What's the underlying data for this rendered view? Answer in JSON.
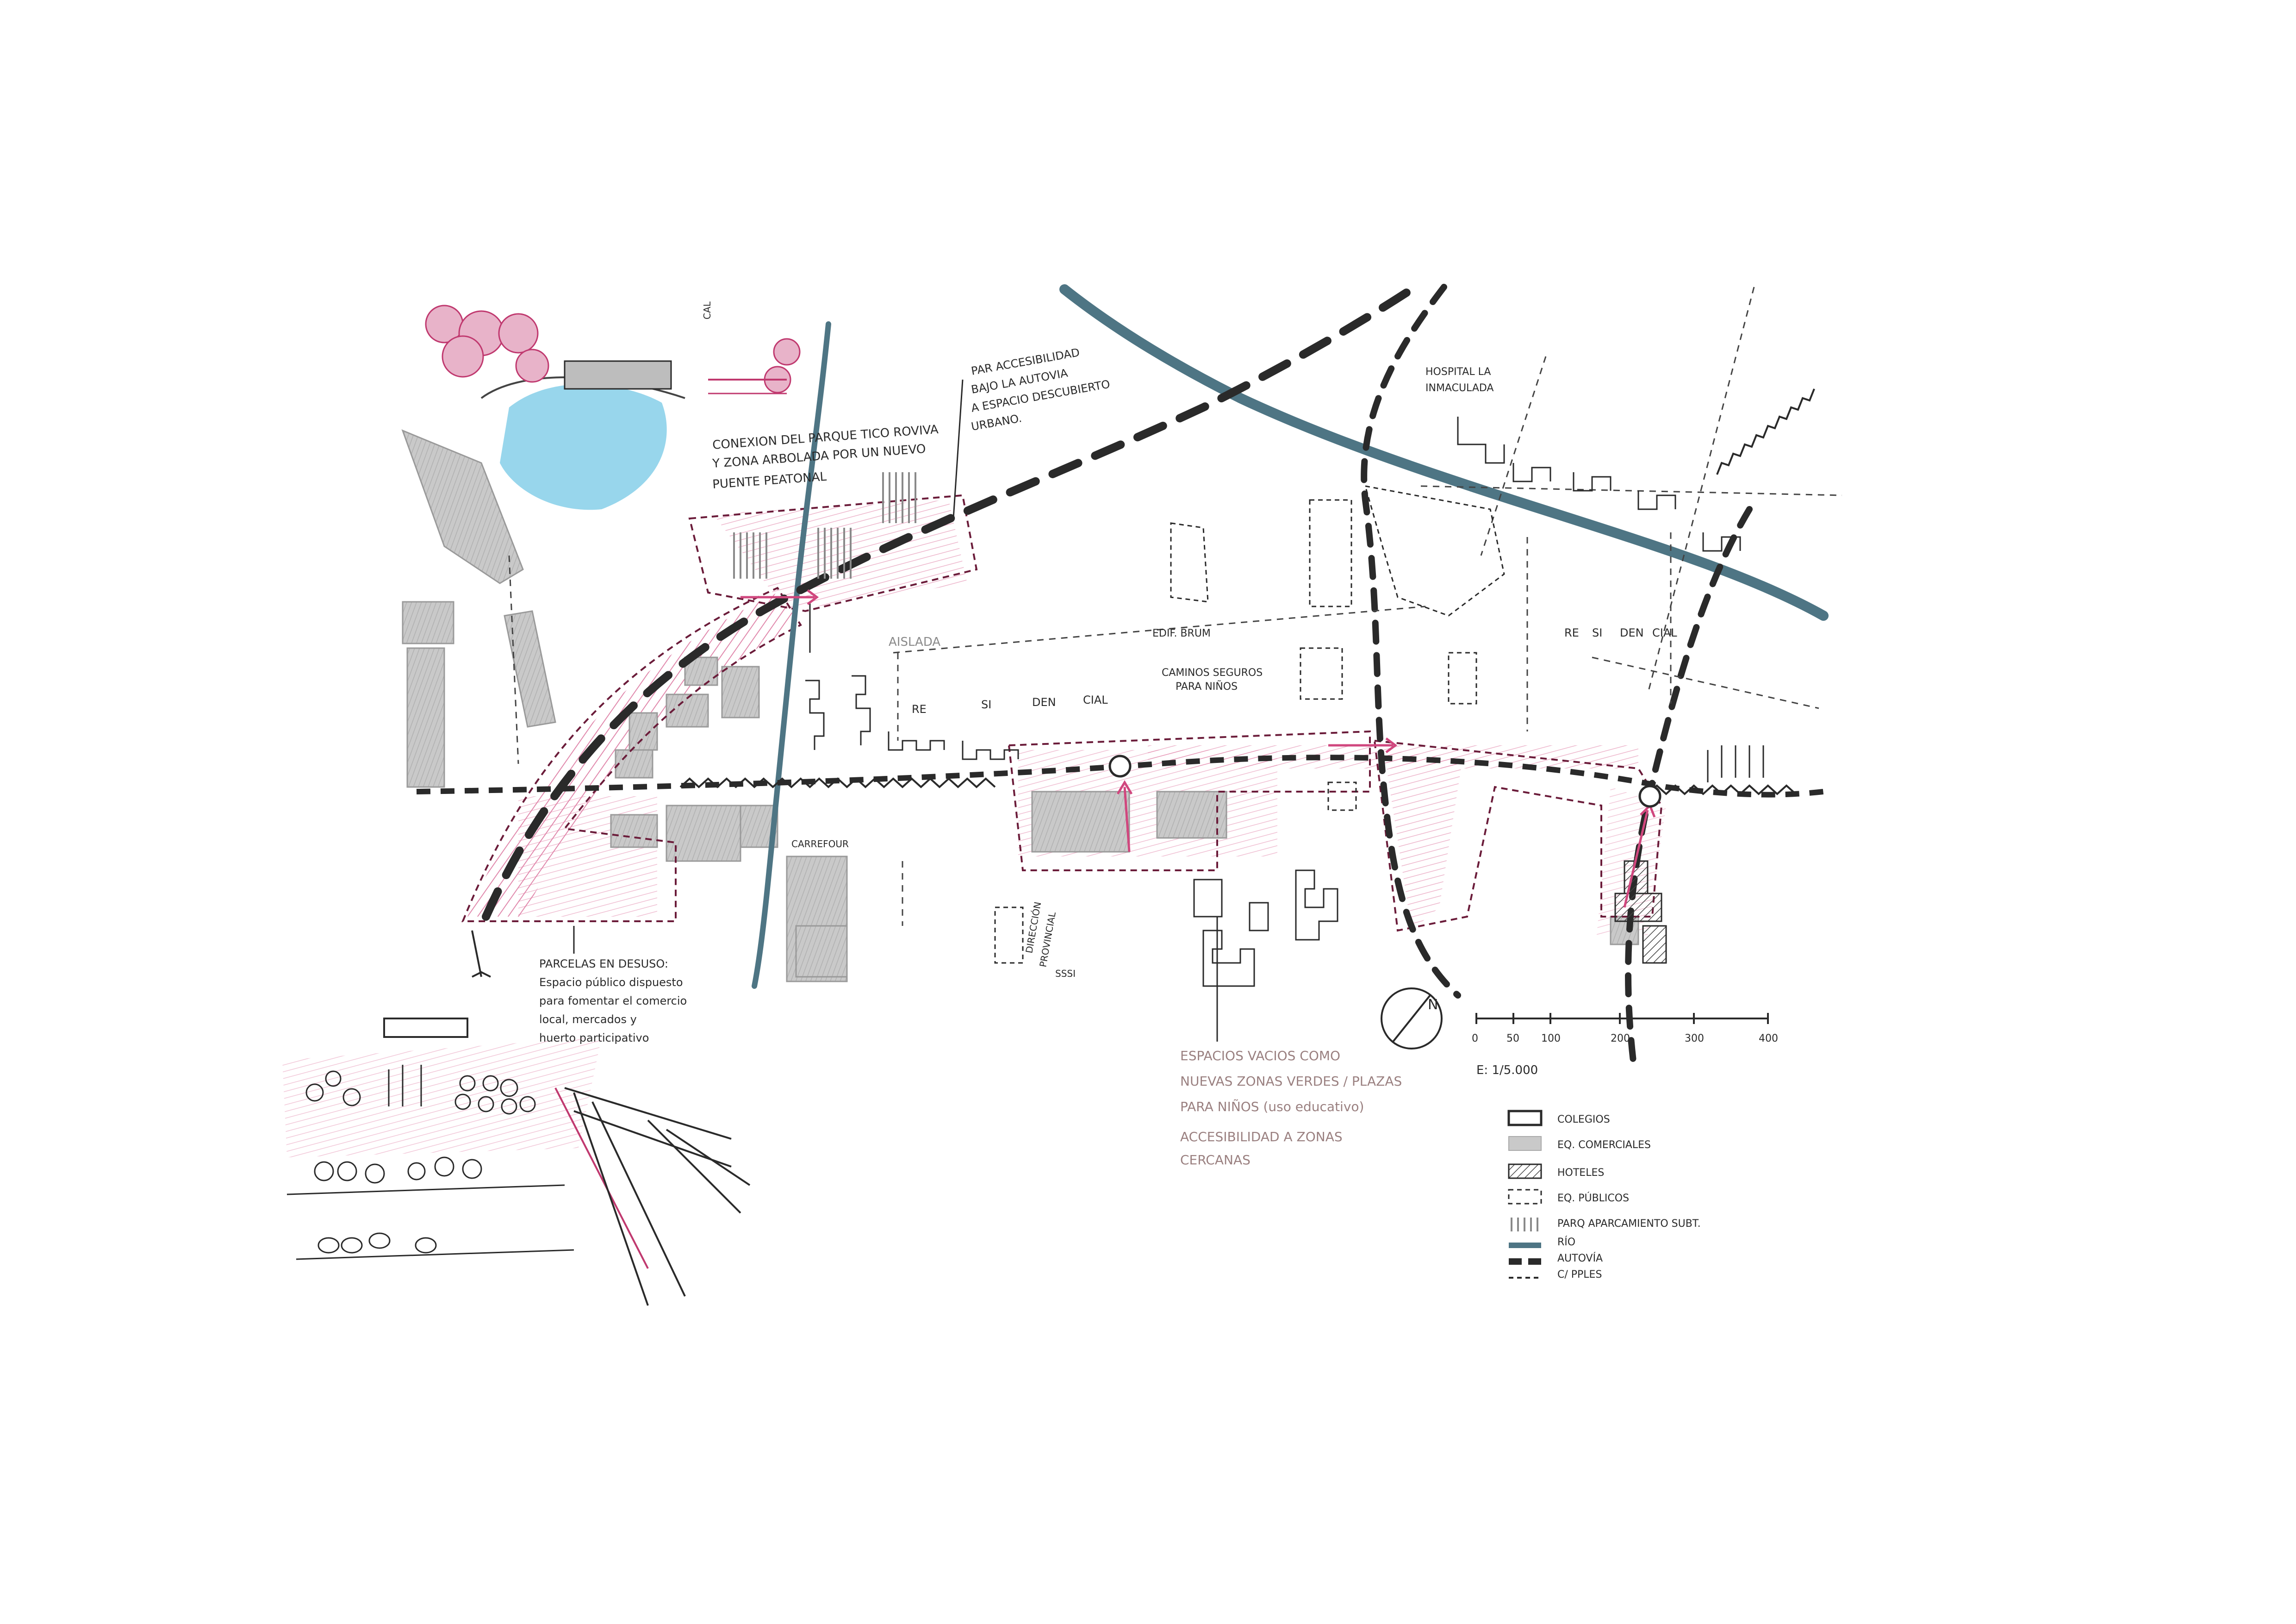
{
  "colors": {
    "paper": "#ffffff",
    "ink": "#2a2a2a",
    "pink": "#d0477e",
    "pink_light": "#f2c6d8",
    "river": "#4e7584",
    "water_sketch": "#6cc4e4",
    "building_grey": "#c9c9c9",
    "building_grey_dark": "#b5b5b5",
    "dashed_magenta": "#6b1c3a"
  },
  "annotations": {
    "conexion": [
      "CONEXION DEL PARQUE TICO ROVIVA",
      "Y ZONA ARBOLADA POR UN NUEVO",
      "PUENTE PEATONAL"
    ],
    "accesibilidad": [
      "PAR ACCESIBILIDAD",
      "BAJO LA AUTOVIA",
      "A ESPACIO DESCUBIERTO",
      "URBANO."
    ],
    "hospital": [
      "HOSPITAL LA",
      "INMACULADA"
    ],
    "aislada": "AISLADA",
    "edif_brum": "EDIF. BRUM",
    "caminos": [
      "CAMINOS SEGUROS",
      "PARA NIÑOS"
    ],
    "residencial_left": [
      "RE",
      "SI",
      "DEN",
      "CIAL"
    ],
    "residencial_right": [
      "RE",
      "SI",
      "DEN",
      "CIAL"
    ],
    "carrefour": "CARREFOUR",
    "direccion": [
      "DIRECCIÓN",
      "PROVINCIAL",
      "SSSI"
    ],
    "parcelas": [
      "PARCELAS EN DESUSO:",
      "Espacio público dispuesto",
      "para fomentar el comercio",
      "local, mercados y",
      "huerto participativo"
    ],
    "espacios": [
      "ESPACIOS VACIOS COMO",
      "NUEVAS ZONAS VERDES / PLAZAS",
      "PARA NIÑOS (uso educativo)",
      "ACCESIBILIDAD A ZONAS",
      "CERCANAS"
    ],
    "cal": "CAL"
  },
  "scale": {
    "ticks": [
      "0",
      "50",
      "100",
      "200",
      "300",
      "400"
    ],
    "ratio": "E: 1/5.000"
  },
  "north": {
    "label": "N"
  },
  "legend": [
    {
      "label": "COLEGIOS",
      "icon": "solid-outline-box"
    },
    {
      "label": "EQ. COMERCIALES",
      "icon": "grey-box"
    },
    {
      "label": "HOTELES",
      "icon": "hatched-box"
    },
    {
      "label": "EQ. PÚBLICOS",
      "icon": "dashed-box"
    },
    {
      "label": "PARQ APARCAMIENTO SUBT.",
      "icon": "striped-box"
    },
    {
      "label": "RÍO",
      "icon": "river-line"
    },
    {
      "label": "AUTOVÍA",
      "icon": "thick-dashed-line"
    },
    {
      "label": "C/ PPLES",
      "icon": "thin-dashed-line"
    }
  ]
}
